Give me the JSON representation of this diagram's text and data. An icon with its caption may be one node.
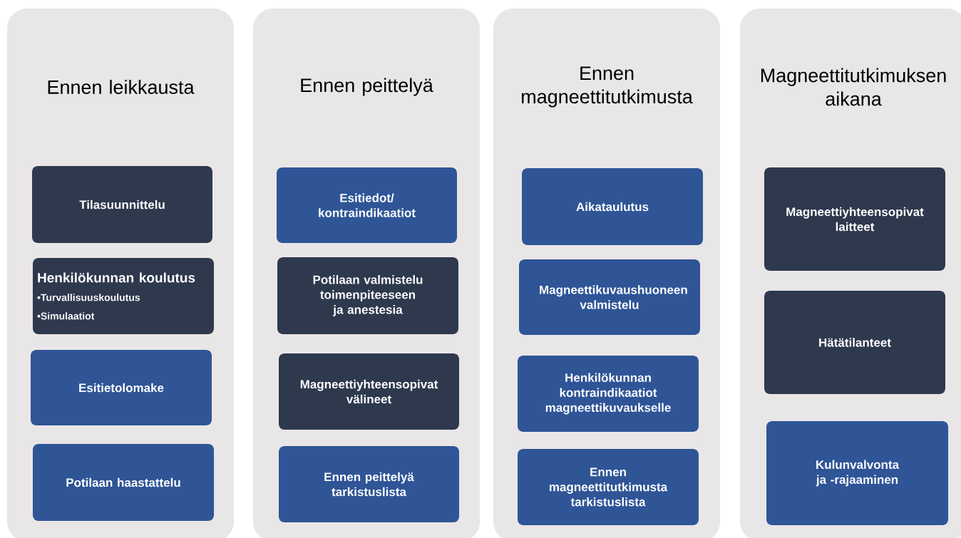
{
  "diagram": {
    "nodes": [
      {
        "text": [
          "Ennen leikkausta"
        ]
      },
      {
        "text": [
          "Tilasuunnittelu"
        ],
        "in": 0
      },
      {
        "text": [
          "Henkilökunnan koulutus",
          "•Turvallisuuskoulutus",
          "•Simulaatiot"
        ],
        "in": 0
      },
      {
        "text": [
          "Esitietolomake"
        ],
        "in": 0
      },
      {
        "text": [
          "Potilaan haastattelu"
        ],
        "in": 0
      },
      {
        "text": [
          "Ennen peittelyä"
        ]
      },
      {
        "text": [
          "Esitiedot/ kontraindikaatiot"
        ],
        "in": 5
      },
      {
        "text": [
          "Potilaan valmistelu toimenpiteeseen ja anestesia"
        ],
        "in": 5
      },
      {
        "text": [
          "Magneettiyhteensopivat välineet"
        ],
        "in": 5
      },
      {
        "text": [
          "Ennen peittelyä tarkistuslista"
        ],
        "in": 5
      },
      {
        "text": [
          "Ennen magneettitutkimusta"
        ]
      },
      {
        "text": [
          "Aikataulutus"
        ],
        "in": 10
      },
      {
        "text": [
          "Magneettikuvaushuoneen valmistelu"
        ],
        "in": 10
      },
      {
        "text": [
          "Henkilökunnan kontraindikaatiot magneettikuvaukselle"
        ],
        "in": 10
      },
      {
        "text": [
          "Ennen magneettitutkimusta tarkistuslista"
        ],
        "in": 10
      },
      {
        "text": [
          "Magneettitutkimuksen aikana"
        ]
      },
      {
        "text": [
          "Magneettiyhteensopivat laitteet"
        ],
        "in": 15
      },
      {
        "text": [
          "Hätätilanteet"
        ],
        "in": 15
      },
      {
        "text": [
          "Kulunvalvonta ja -rajaaminen"
        ],
        "in": 15
      }
    ]
  }
}
